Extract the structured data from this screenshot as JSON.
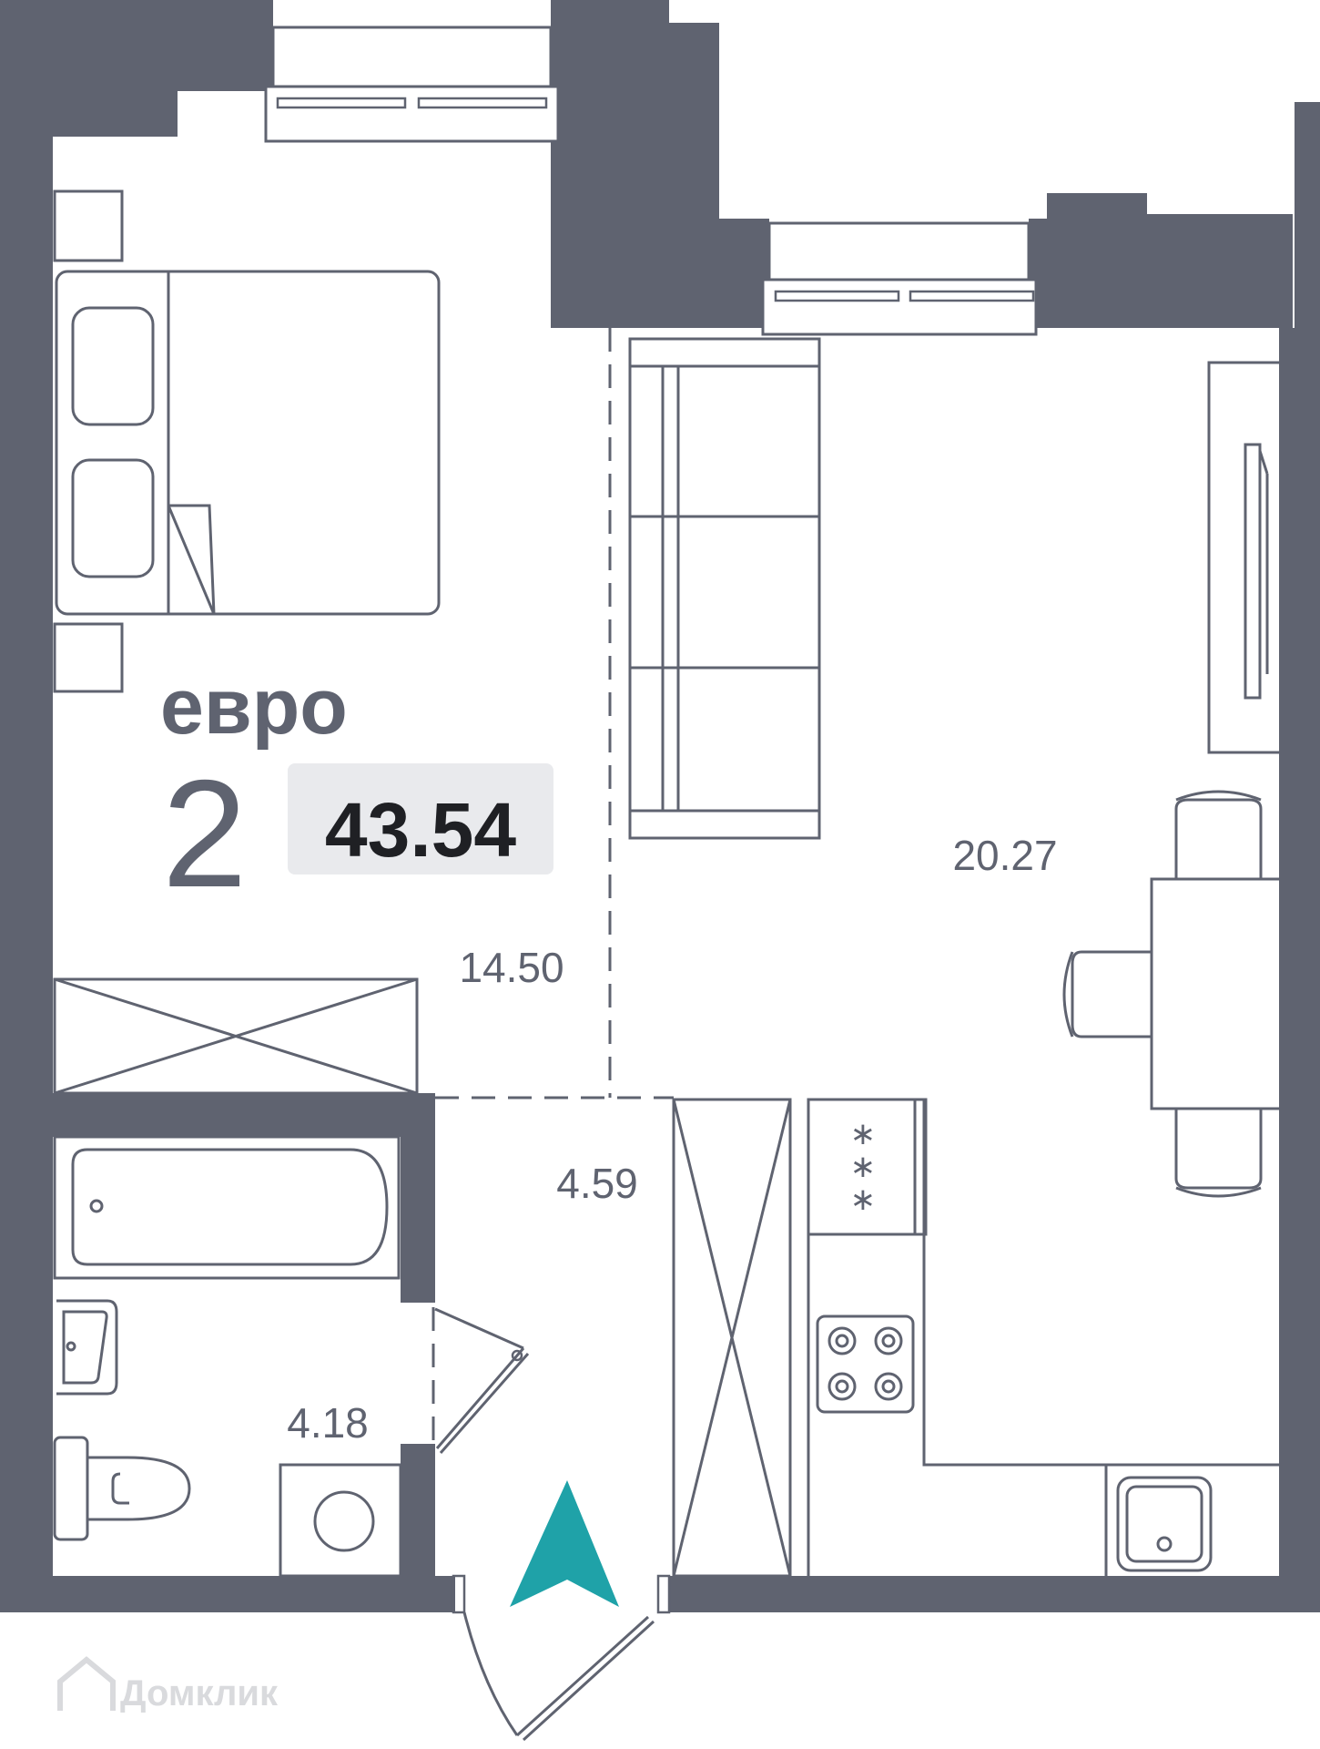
{
  "plan": {
    "type_label": "евро",
    "rooms_count": "2",
    "total_area": "43.54",
    "accent_color": "#1fa2a8",
    "wall_color": "#5f6370",
    "rooms": [
      {
        "name": "bedroom",
        "area": "14.50"
      },
      {
        "name": "living-kitchen",
        "area": "20.27"
      },
      {
        "name": "hallway",
        "area": "4.59"
      },
      {
        "name": "bathroom",
        "area": "4.18"
      }
    ],
    "entrance_icon": "entrance-arrow-icon",
    "stove_marks": "∗"
  },
  "watermark": {
    "text": "Домклик",
    "icon": "house-logo-icon"
  }
}
